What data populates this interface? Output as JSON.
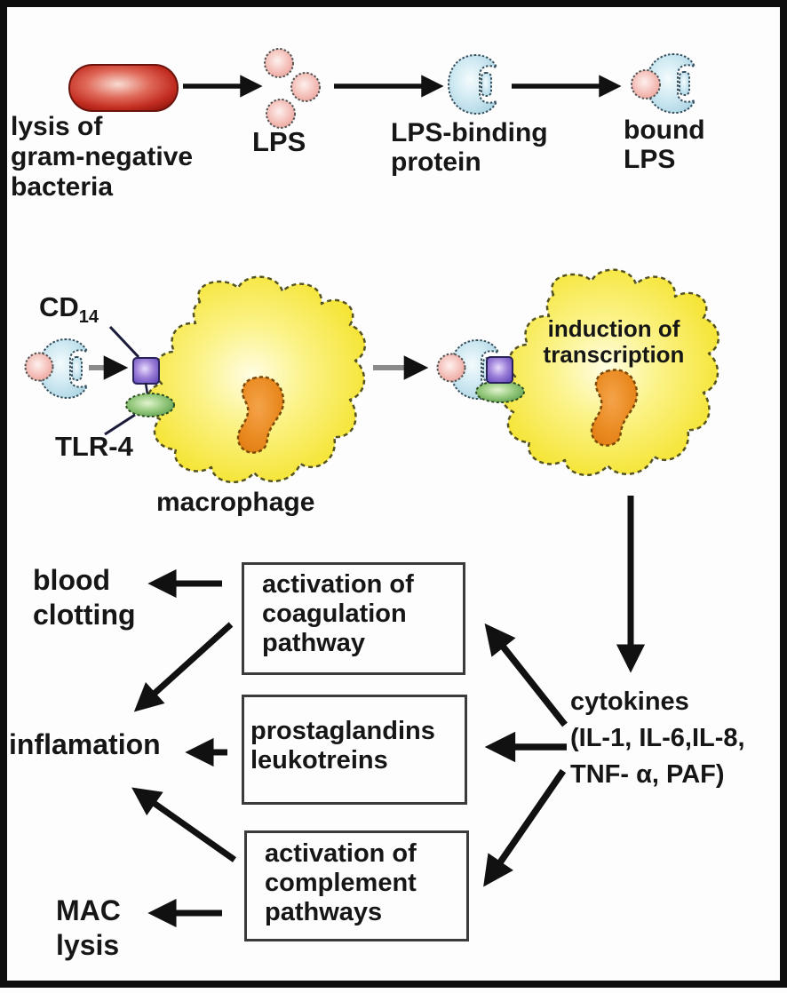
{
  "top_row": {
    "lysis_label": "lysis of\ngram-negative\nbacteria",
    "lps_label": "LPS",
    "lbp_label": "LPS-binding\nprotein",
    "bound_lps_label": "bound\nLPS"
  },
  "middle_row": {
    "cd14_base": "CD",
    "cd14_sub": "14",
    "tlr4_label": "TLR-4",
    "macrophage_label": "macrophage",
    "induction_label": "induction of\ntranscription"
  },
  "bottom": {
    "cytokines_label": "cytokines\n(IL-1, IL-6,IL-8,\nTNF- α, PAF)",
    "boxes": {
      "coagulation": "activation of\ncoagulation\npathway",
      "prostaglandins": "prostaglandins\nleukotreins",
      "complement": "activation of\ncomplement\npathways"
    },
    "outcomes": {
      "blood_clotting": "blood\nclotting",
      "inflammation": "inflamation",
      "mac_lysis": "MAC\nlysis"
    }
  },
  "colors": {
    "bacteria_red": "#c22d20",
    "lps_pink": "#f4bcb5",
    "protein_blue": "#cfe9f2",
    "macrophage_yellow": "#f6e53a",
    "nucleus_orange": "#ea8b22",
    "cd14_purple": "#6950bf",
    "tlr4_green": "#5f9e4f",
    "arrow_black": "#111111",
    "arrow_gray": "#8a8a8a"
  }
}
